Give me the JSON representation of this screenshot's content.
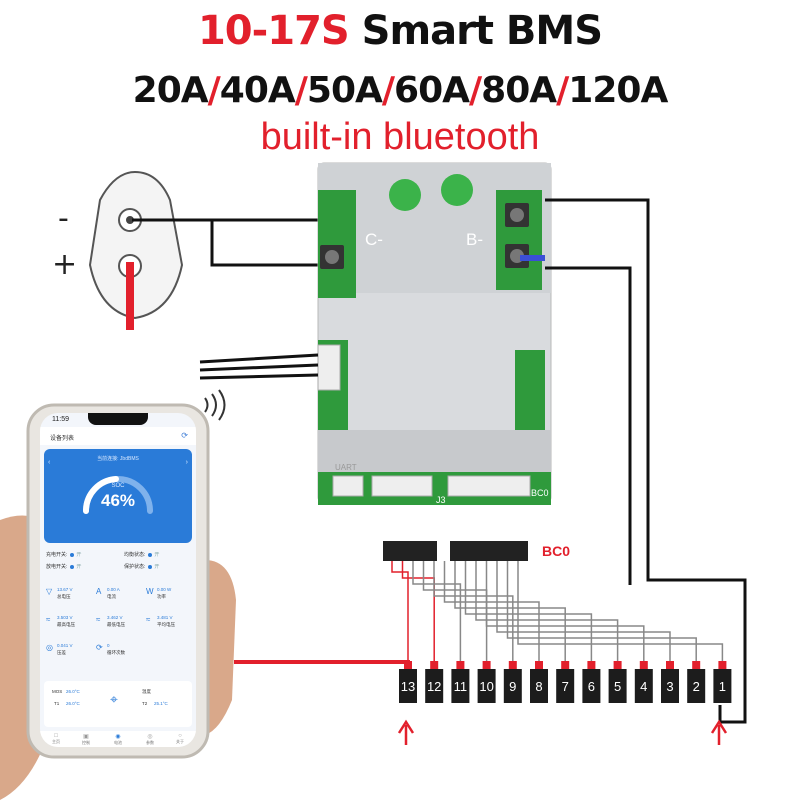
{
  "heading": {
    "series": "10-17S",
    "product": "Smart BMS",
    "currents": [
      "20A",
      "40A",
      "50A",
      "60A",
      "80A",
      "120A"
    ],
    "feature": "built-in bluetooth"
  },
  "battery_terminal": {
    "negative": "-",
    "positive": "+"
  },
  "board": {
    "port_c": "C-",
    "port_b": "B-",
    "connector_j3": "J3",
    "connector_bc0": "BC0",
    "connector_uart": "UART"
  },
  "balance_connector_label": "BC0",
  "cells": [
    "13",
    "12",
    "11",
    "10",
    "9",
    "8",
    "7",
    "6",
    "5",
    "4",
    "3",
    "2",
    "1"
  ],
  "app": {
    "status_time": "11:59",
    "title": "设备列表",
    "device": "当前连接: JbdBMS",
    "soc_label": "SOC",
    "soc_value": "46%",
    "switches": [
      {
        "label": "充电开关:",
        "state": "开"
      },
      {
        "label": "均衡状态:",
        "state": "开"
      },
      {
        "label": "放电开关:",
        "state": "开"
      },
      {
        "label": "保护状态:",
        "state": "开"
      }
    ],
    "stats": [
      {
        "value": "13.67 V",
        "label": "总电压"
      },
      {
        "value": "0.00 A",
        "label": "电流"
      },
      {
        "value": "0.00 W",
        "label": "功率"
      },
      {
        "value": "3.503 V",
        "label": "最高电压"
      },
      {
        "value": "3.462 V",
        "label": "最低电压"
      },
      {
        "value": "3.481 V",
        "label": "平均电压"
      },
      {
        "value": "0.041 V",
        "label": "压差"
      },
      {
        "value": "0",
        "label": "循环次数"
      }
    ],
    "temps": {
      "mos_label": "MOS",
      "mos": "26.0°C",
      "t1_label": "T1",
      "t1": "26.0°C",
      "t2_label": "T2",
      "t2": "25.1°C",
      "title": "温度"
    },
    "tabs": [
      "主页",
      "控制",
      "电池",
      "参数",
      "关于"
    ]
  },
  "colors": {
    "accent_red": "#e2202c",
    "pcb_green": "#2f9a3c",
    "app_blue": "#2a7bd8"
  }
}
